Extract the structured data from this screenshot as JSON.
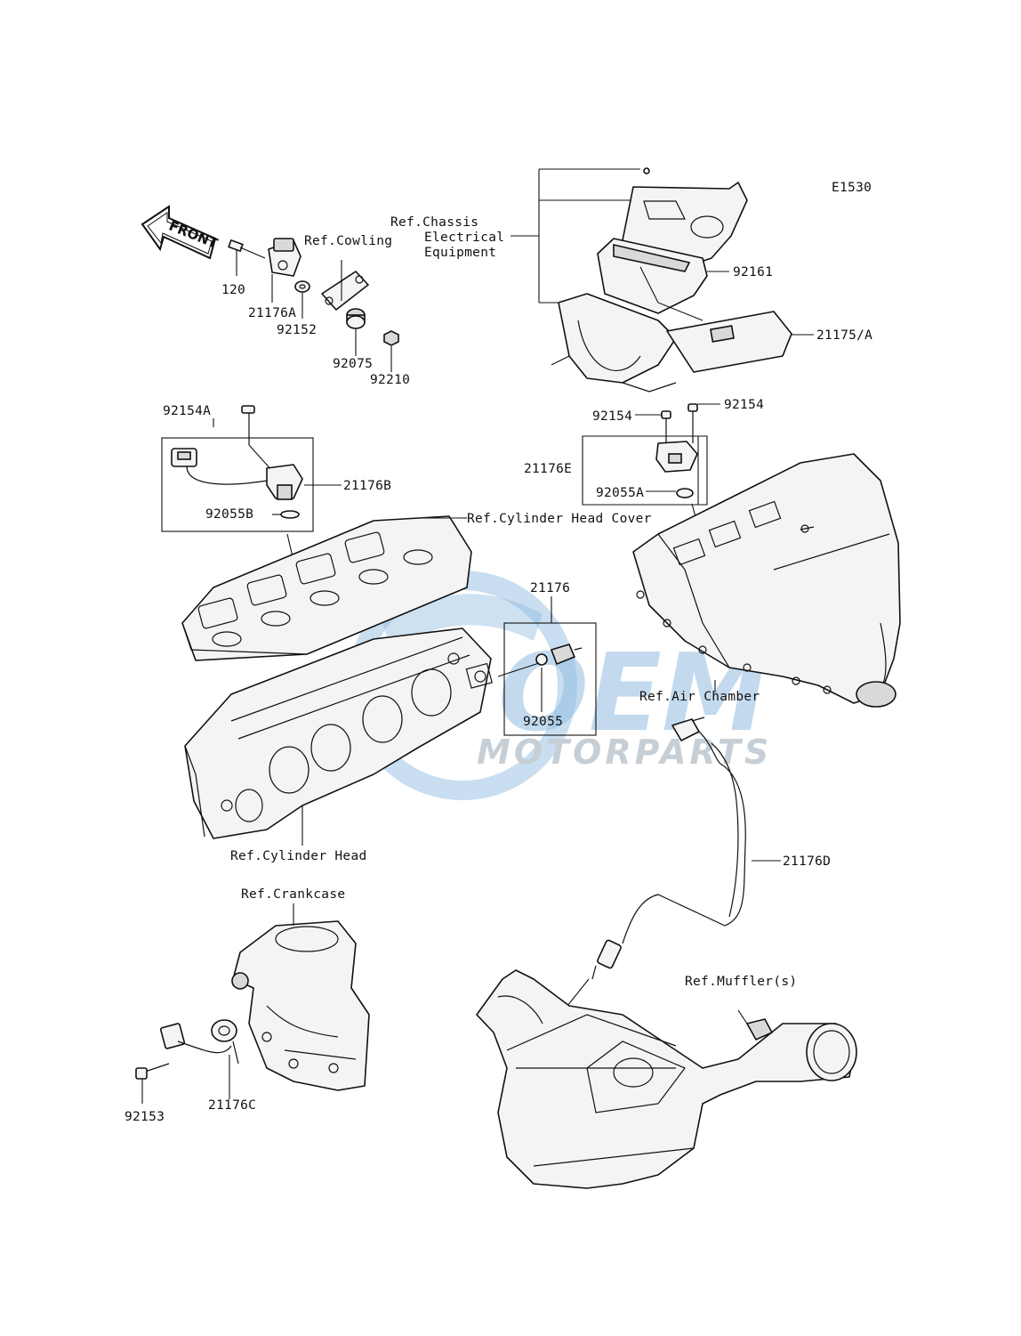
{
  "diagram_id": "E1530",
  "front_arrow_text": "FRONT",
  "watermark": {
    "logo_text": "OEM",
    "sub_text": "MOTORPARTS",
    "color_primary": "#3a86c8",
    "color_secondary": "#9aa8b5"
  },
  "references": {
    "cowling": "Ref.Cowling",
    "chassis_line1": "Ref.Chassis",
    "chassis_line2": "Electrical",
    "chassis_line3": "Equipment",
    "cylinder_head_cover": "Ref.Cylinder Head Cover",
    "cylinder_head": "Ref.Cylinder Head",
    "crankcase": "Ref.Crankcase",
    "air_chamber": "Ref.Air Chamber",
    "mufflers": "Ref.Muffler(s)"
  },
  "parts": {
    "p120": "120",
    "p21176A": "21176A",
    "p92152": "92152",
    "p92075": "92075",
    "p92210": "92210",
    "p92161": "92161",
    "p21175A": "21175/A",
    "p92154A": "92154A",
    "p21176B": "21176B",
    "p92055B": "92055B",
    "p92154_left": "92154",
    "p92154_right": "92154",
    "p21176E": "21176E",
    "p92055A": "92055A",
    "p21176": "21176",
    "p92055": "92055",
    "p21176D": "21176D",
    "p92153": "92153",
    "p21176C": "21176C"
  }
}
